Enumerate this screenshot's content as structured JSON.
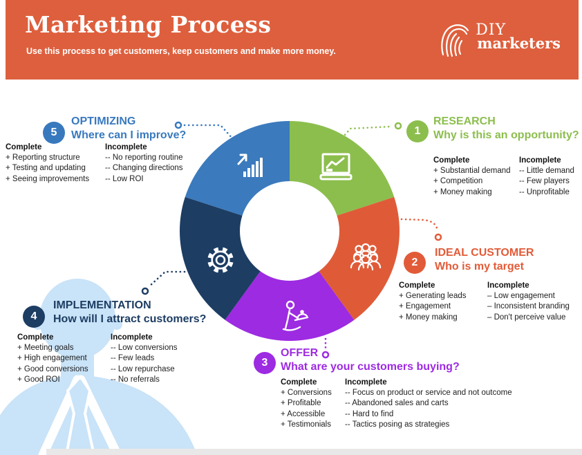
{
  "header": {
    "title": "Marketing Process",
    "subtitle": "Use this process to get customers, keep customers and make more money.",
    "bg": "#DE5F3D",
    "logo": {
      "line1": "DIY",
      "line2": "marketers",
      "icon": "fingerprint-icon"
    }
  },
  "labels": {
    "complete": "Complete",
    "incomplete": "Incomplete"
  },
  "sections": [
    {
      "num": "1",
      "name": "RESEARCH",
      "question": "Why is this an opportunity?",
      "color": "#8CBE4D",
      "icon": "presentation-chart-icon",
      "complete": [
        "+ Substantial demand",
        "+ Competition",
        "+ Money making"
      ],
      "incomplete": [
        "-- Little demand",
        "-- Few players",
        "-- Unprofitable"
      ]
    },
    {
      "num": "2",
      "name": "IDEAL CUSTOMER",
      "question": "Who is my target",
      "color": "#E25B38",
      "icon": "customers-group-icon",
      "complete": [
        "+ Generating leads",
        "+ Engagement",
        "+ Money making"
      ],
      "incomplete": [
        "– Low engagement",
        "– Inconsistent branding",
        "– Don't perceive value"
      ]
    },
    {
      "num": "3",
      "name": "OFFER",
      "question": "What are your customers buying?",
      "color": "#9D2BE2",
      "icon": "waiter-offer-icon",
      "complete": [
        "+ Conversions",
        "+ Profitable",
        "+ Accessible",
        "+ Testimonials"
      ],
      "incomplete": [
        "-- Focus on product or service and not outcome",
        "-- Abandoned sales and carts",
        "-- Hard to find",
        "-- Tactics posing as strategies"
      ]
    },
    {
      "num": "4",
      "name": "IMPLEMENTATION",
      "question": "How will I attract customers?",
      "color": "#1D3D63",
      "icon": "gear-icon",
      "complete": [
        "+ Meeting goals",
        "+ High engagement",
        "+ Good conversions",
        "+ Good ROI"
      ],
      "incomplete": [
        "-- Low conversions",
        "-- Few leads",
        "-- Low repurchase",
        "-- No referrals"
      ]
    },
    {
      "num": "5",
      "name": "OPTIMIZING",
      "question": "Where can I improve?",
      "color": "#3879BE",
      "icon": "growth-chart-icon",
      "complete": [
        "+ Reporting structure",
        "+ Testing and updating",
        "+ Seeing improvements"
      ],
      "incomplete": [
        "-- No reporting routine",
        "-- Changing directions",
        "-- Low ROI"
      ]
    }
  ],
  "decor": {
    "silhouette_color": "#C9E3F8",
    "footer_strip_color": "#E8E8E8"
  },
  "chart_data": {
    "type": "pie",
    "style": "donut",
    "title": "Marketing Process",
    "direction": "clockwise",
    "start_angle_deg": 0,
    "inner_radius_ratio": 0.45,
    "segments": [
      {
        "label": "Research",
        "value": 20,
        "color": "#8CBE4D",
        "icon": "presentation-chart-icon"
      },
      {
        "label": "Ideal Customer",
        "value": 20,
        "color": "#DF5B38",
        "icon": "customers-group-icon"
      },
      {
        "label": "Offer",
        "value": 20,
        "color": "#9D2BE2",
        "icon": "waiter-offer-icon"
      },
      {
        "label": "Implementation",
        "value": 20,
        "color": "#1D3D63",
        "icon": "gear-icon"
      },
      {
        "label": "Optimizing",
        "value": 20,
        "color": "#3B7ABD",
        "icon": "growth-chart-icon"
      }
    ]
  }
}
